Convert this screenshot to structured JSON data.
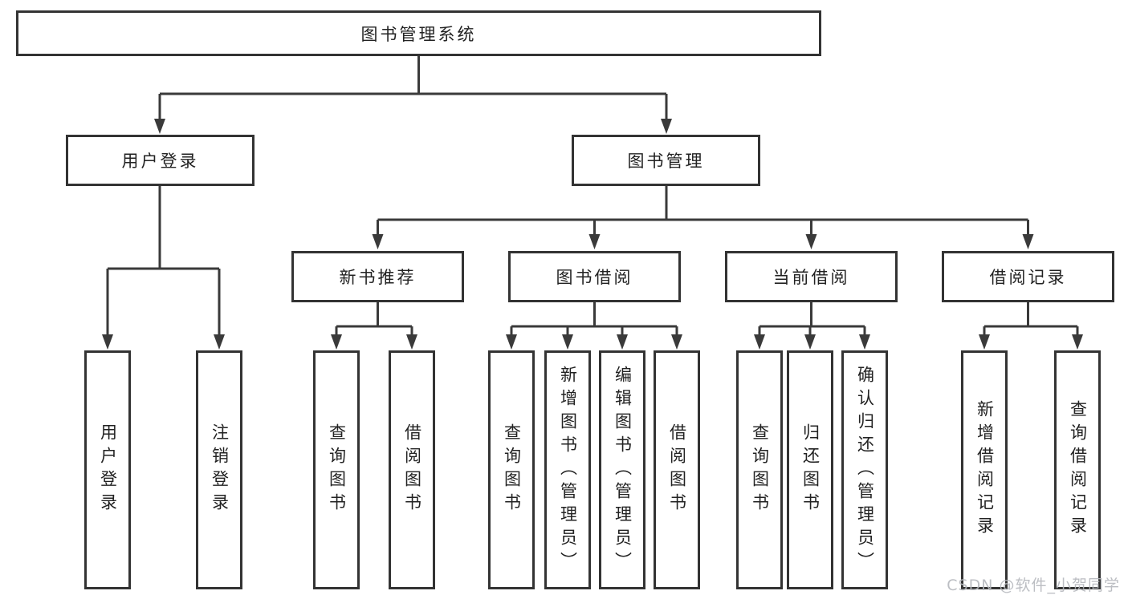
{
  "nodes": {
    "root": "图书管理系统",
    "user_login": "用户登录",
    "book_mgmt": "图书管理",
    "new_book": "新书推荐",
    "book_borrow": "图书借阅",
    "current_borrow": "当前借阅",
    "borrow_record": "借阅记录",
    "leaf_user_login": "用户登录",
    "leaf_logout": "注销登录",
    "leaf_nb_query": "查询图书",
    "leaf_nb_borrow": "借阅图书",
    "leaf_bb_query": "查询图书",
    "leaf_bb_add": "新增图书（管理员）",
    "leaf_bb_edit": "编辑图书（管理员）",
    "leaf_bb_borrow": "借阅图书",
    "leaf_cb_query": "查询图书",
    "leaf_cb_return": "归还图书",
    "leaf_cb_confirm": "确认归还（管理员）",
    "leaf_br_add": "新增借阅记录",
    "leaf_br_query": "查询借阅记录"
  },
  "watermark": "CSDN @软件_小贺同学",
  "colors": {
    "line": "#3a3a3a",
    "box_border": "#333333",
    "text": "#222222",
    "background": "#ffffff",
    "watermark": "#b5b8bd"
  }
}
